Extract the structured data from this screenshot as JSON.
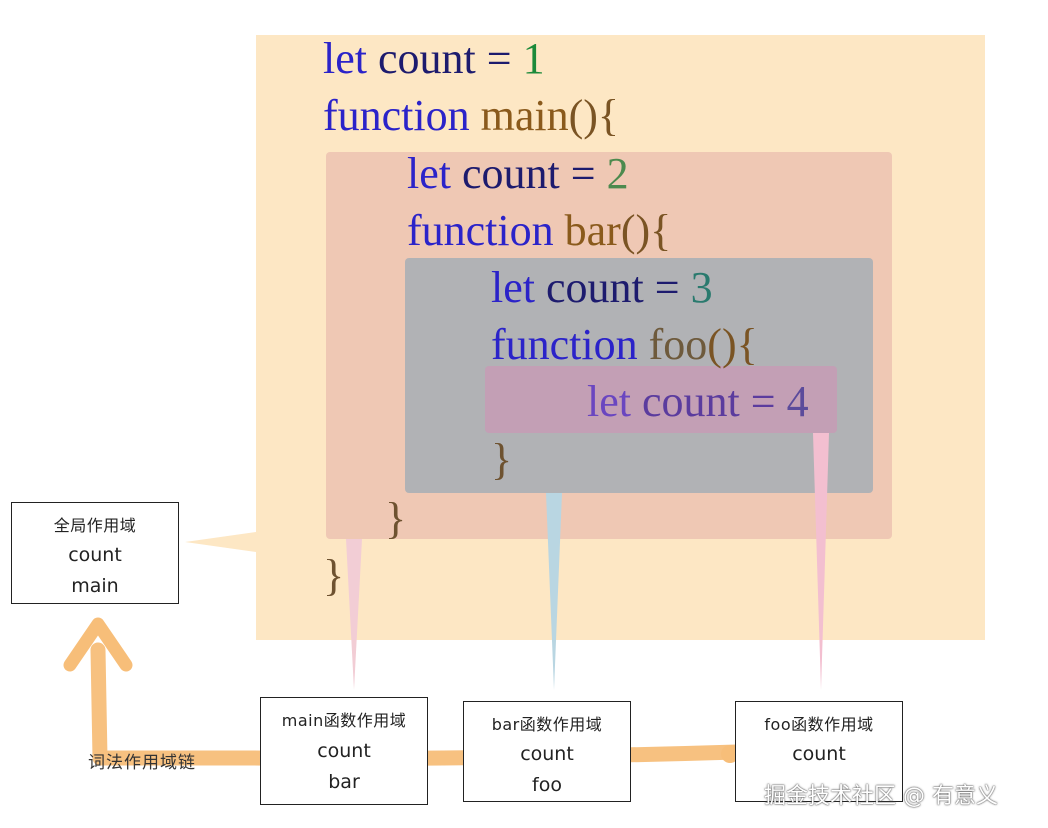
{
  "code_lines": {
    "l1": {
      "kw": "let",
      "id": "count",
      "op": "=",
      "num": "1"
    },
    "l2": {
      "kw": "function",
      "fn": "main",
      "pun": "(){"
    },
    "l3": {
      "kw": "let",
      "id": "count",
      "op": "=",
      "num": "2"
    },
    "l4": {
      "kw": "function",
      "fn": "bar",
      "pun": "(){"
    },
    "l5": {
      "kw": "let",
      "id": "count",
      "op": "=",
      "num": "3"
    },
    "l6": {
      "kw": "function",
      "fn": "foo",
      "pun": "(){"
    },
    "l7": {
      "kw": "let",
      "id": "count",
      "op": "=",
      "num": "4"
    },
    "close_brace": "}"
  },
  "scopes": {
    "global": {
      "title": "全局作用域",
      "items": [
        "count",
        "main"
      ]
    },
    "main": {
      "title": "main函数作用域",
      "items": [
        "count",
        "bar"
      ]
    },
    "bar": {
      "title": "bar函数作用域",
      "items": [
        "count",
        "foo"
      ]
    },
    "foo": {
      "title": "foo函数作用域",
      "items": [
        "count"
      ]
    }
  },
  "chain_label": "词法作用域链",
  "watermark": "掘金技术社区 @ 有意义",
  "colors": {
    "global_scope": "#fde7c4",
    "main_scope": "#efc8b4",
    "bar_scope": "#b1b2b5",
    "foo_scope": "#c39fb5",
    "chain": "#f7be79"
  }
}
